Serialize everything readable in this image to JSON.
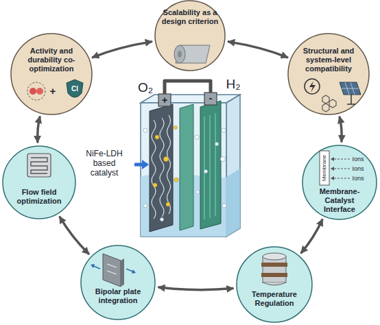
{
  "diagram": {
    "nodes": [
      {
        "text": [
          "Scalability as a design criterion"
        ]
      },
      {
        "text": [
          "Activity and durability co-optimization"
        ]
      },
      {
        "text": [
          "Structural and system-level compatibility"
        ]
      },
      {
        "text": [
          "Flow field optimization"
        ]
      },
      {
        "text": [
          "Membrane-Catalyst Interface"
        ]
      },
      {
        "text": [
          "Bipolar plate integration"
        ]
      },
      {
        "text": [
          "Temperature Regulation"
        ]
      }
    ],
    "edges": [
      {
        "from": 1,
        "to": 0,
        "arrow": "both"
      },
      {
        "from": 0,
        "to": 2,
        "arrow": "both"
      },
      {
        "from": 2,
        "to": 4,
        "arrow": "both"
      },
      {
        "from": 4,
        "to": 6,
        "arrow": "both"
      },
      {
        "from": 6,
        "to": 5,
        "arrow": "both"
      },
      {
        "from": 5,
        "to": 3,
        "arrow": "both"
      },
      {
        "from": 3,
        "to": 1,
        "arrow": "both"
      }
    ],
    "labels": [
      "O₂",
      "+",
      "-",
      "H₂",
      "NiFe-LDH based catalyst",
      "+",
      "Cl",
      "Membrane",
      "Ions",
      "Ions",
      "Ions"
    ]
  }
}
